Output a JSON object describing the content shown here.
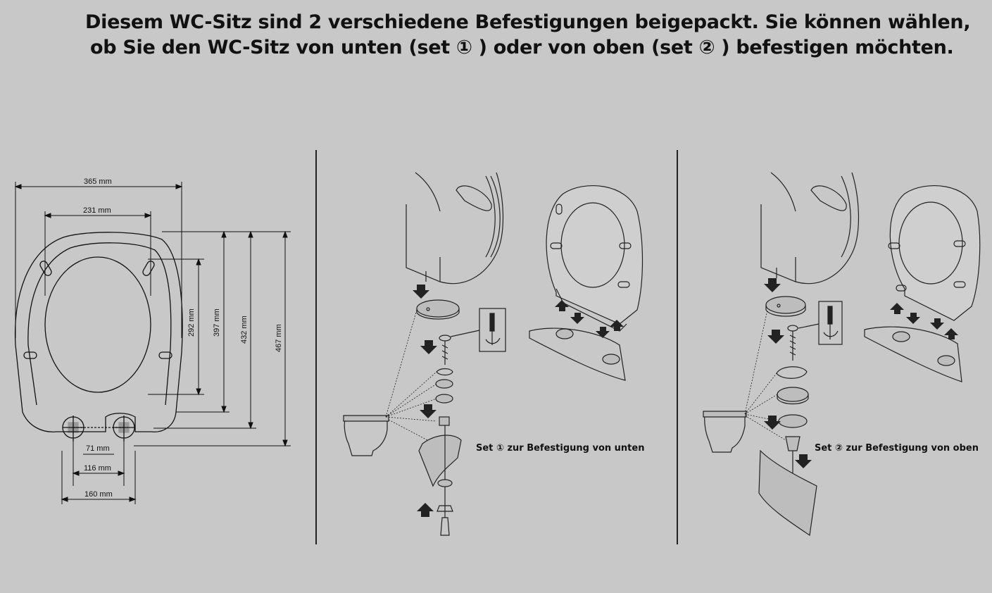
{
  "headline": {
    "line1": "Diesem WC-Sitz sind 2 verschiedene Befestigungen beigepackt. Sie können wählen,",
    "line2": "ob Sie den WC-Sitz von unten (set  ① ) oder von oben (set ② ) befestigen möchten."
  },
  "dimensions": {
    "width_outer": "365 mm",
    "width_inner": "231 mm",
    "height_inner": "292 mm",
    "height_397": "397 mm",
    "height_432": "432 mm",
    "height_467": "467 mm",
    "hinge_71": "71 mm",
    "hinge_116": "116 mm",
    "hinge_160": "160 mm"
  },
  "captions": {
    "set1": "Set ① zur Befestigung von unten",
    "set2": "Set ② zur Befestigung von oben"
  }
}
